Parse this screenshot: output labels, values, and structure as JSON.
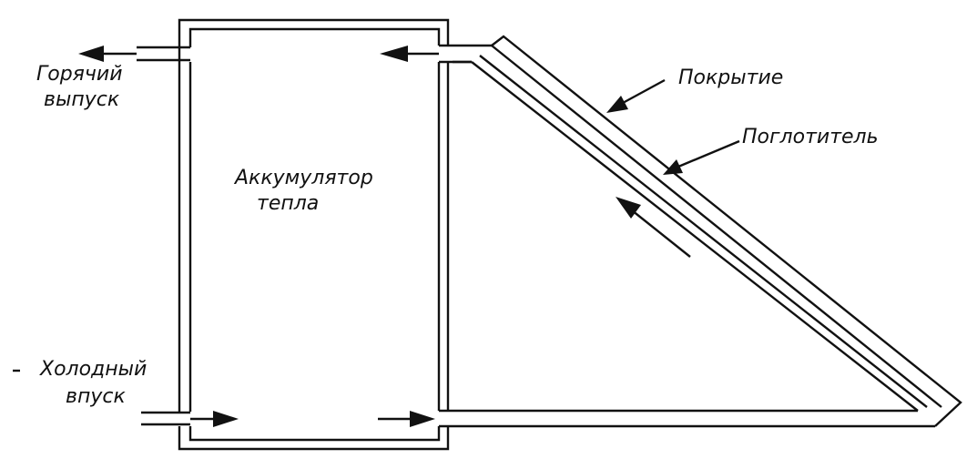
{
  "labels": {
    "hot_outlet": [
      "Горячий",
      "выпуск"
    ],
    "cold_inlet": [
      "Холодный",
      "впуск"
    ],
    "storage": [
      "Аккумулятор",
      "тепла"
    ],
    "cover": "Покрытие",
    "absorber": "Поглотитель"
  }
}
